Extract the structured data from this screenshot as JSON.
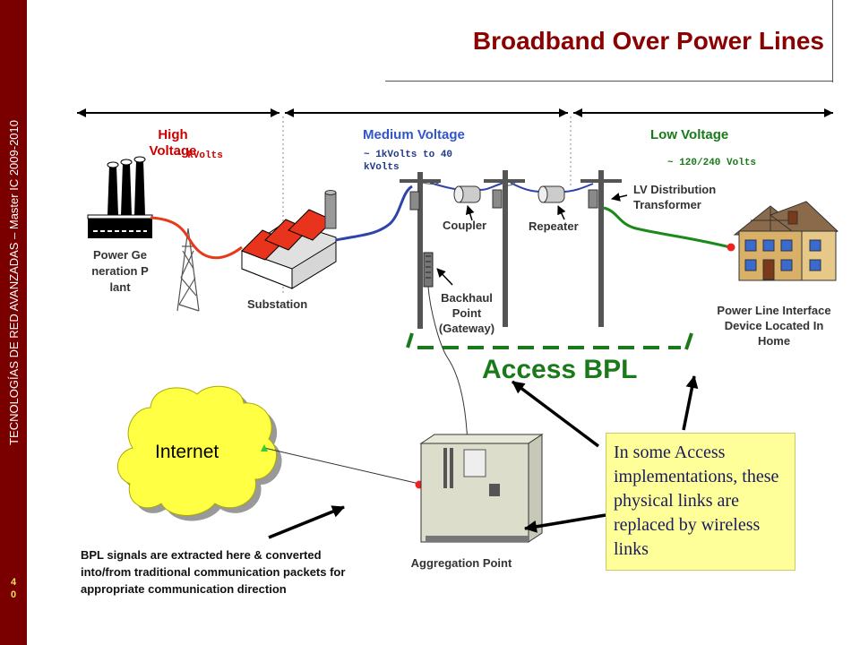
{
  "sidebar": {
    "text": "TECNOLOGÍAS DE RED AVANZADAS – Master IC 2009-2010",
    "page_number": "40"
  },
  "title": "Broadband Over Power Lines",
  "zones": {
    "high": {
      "label": "High Voltage",
      "voltage": "~ kVolts"
    },
    "medium": {
      "label": "Medium Voltage",
      "voltage": "~ 1kVolts to 40 kVolts"
    },
    "low": {
      "label": "Low Voltage",
      "voltage": "~ 120/240 Volts"
    }
  },
  "labels": {
    "power_plant": "Power Generation Plant",
    "substation": "Substation",
    "coupler": "Coupler",
    "repeater": "Repeater",
    "lv_transformer": "LV Distribution Transformer",
    "backhaul": "Backhaul Point (Gateway)",
    "power_line_interface": "Power Line Interface Device Located In Home",
    "access_bpl": "Access BPL",
    "internet": "Internet",
    "aggregation": "Aggregation Point",
    "bpl_signals": "BPL signals  are extracted here & converted into/from traditional communication packets for appropriate communication direction"
  },
  "note": "In some Access implementations, these physical links are replaced by wireless links",
  "colors": {
    "sidebar": "#7a0000",
    "title": "#8b0000",
    "high_voltage": "#cc0000",
    "medium_voltage": "#3355cc",
    "low_voltage": "#1a7a1a",
    "note_bg": "#ffff99",
    "access_bpl": "#1a7a1a"
  }
}
